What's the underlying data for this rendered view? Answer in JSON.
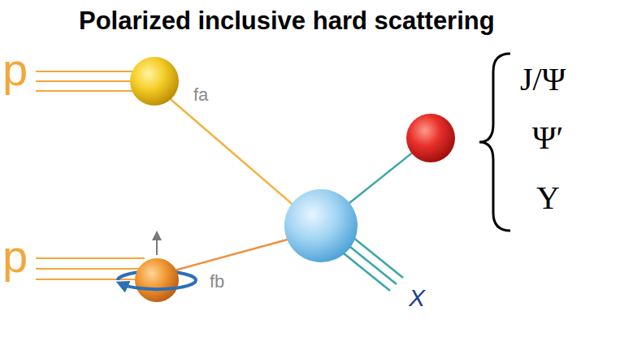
{
  "diagram": {
    "title": "Polarized inclusive hard scattering",
    "labels": [
      "p",
      "fa",
      "J/Ψ",
      "Ψ′",
      "Υ",
      "p",
      "fb",
      "X"
    ]
  }
}
